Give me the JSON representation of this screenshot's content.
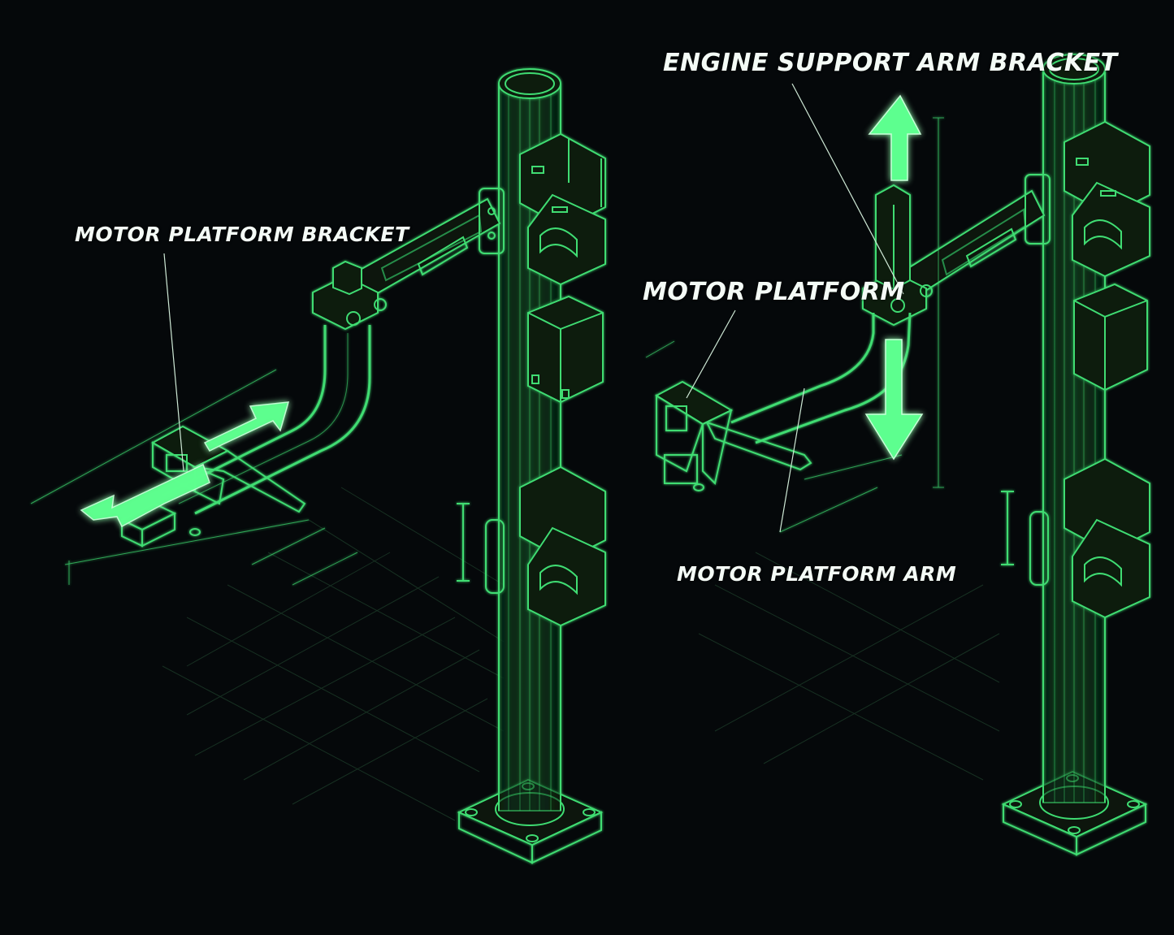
{
  "labels": {
    "motor_platform_bracket": "MOTOR PLATFORM BRACKET",
    "engine_support_arm_bracket": "ENGINE SUPPORT ARM BRACKET",
    "motor_platform": "MOTOR PLATFORM",
    "motor_platform_arm": "MOTOR PLATFORM ARM"
  },
  "colors": {
    "background": "#05080a",
    "wireframe": "#3fdc72",
    "glow_arrow": "#5dff8f",
    "divider": "#43ff78",
    "grid": "#1c3a28",
    "label_text": "#f4fbf6"
  },
  "arrows": {
    "left_panel": [
      "double-arrow-horizontal-slide"
    ],
    "right_panel": [
      "arrow-up",
      "arrow-down"
    ]
  }
}
